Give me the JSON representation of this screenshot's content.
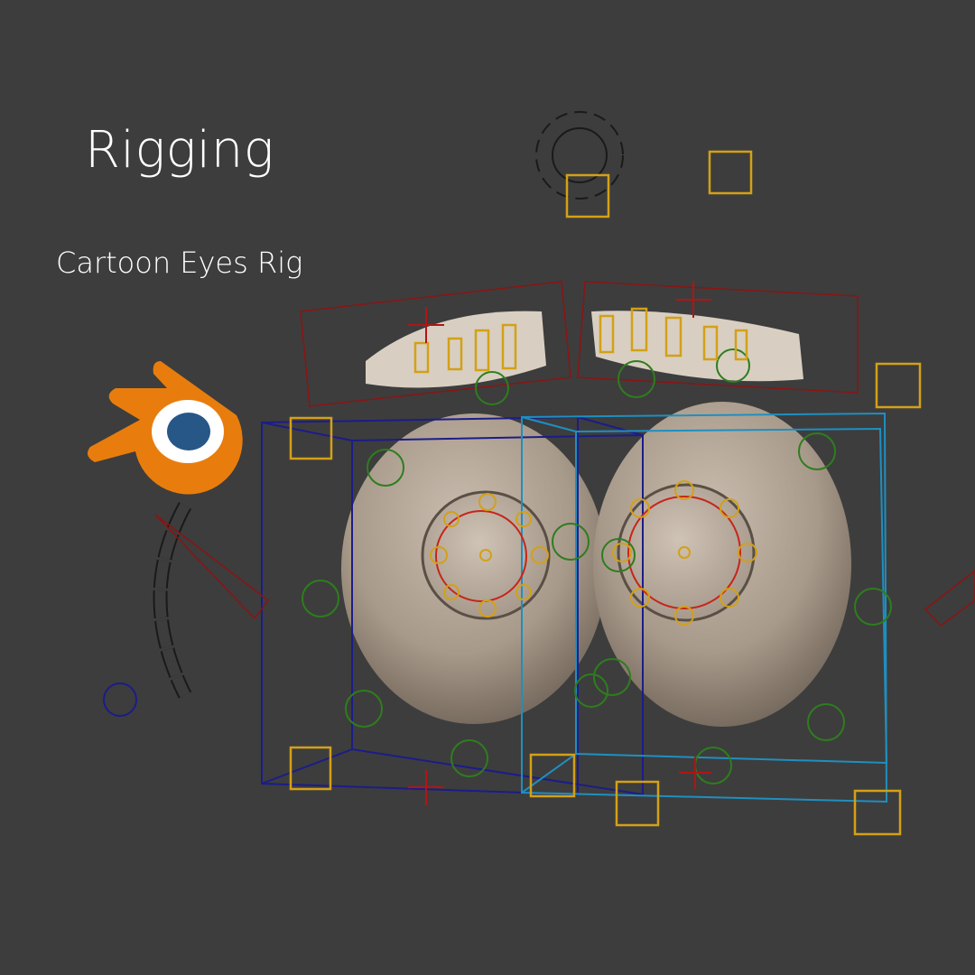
{
  "heading": {
    "title": "Rigging",
    "subtitle": "Cartoon Eyes Rig"
  },
  "logo": {
    "name": "blender-logo",
    "colors": {
      "orange": "#e87d0d",
      "blue": "#265787",
      "white": "#ffffff"
    }
  },
  "colors": {
    "background": "#3d3d3d",
    "eye": "#b0a393",
    "control_yellow": "#d4a017",
    "control_green": "#2e7d1e",
    "control_red": "#b01515",
    "box_dark_blue": "#1c1c8a",
    "box_light_blue": "#1f8fc0"
  }
}
